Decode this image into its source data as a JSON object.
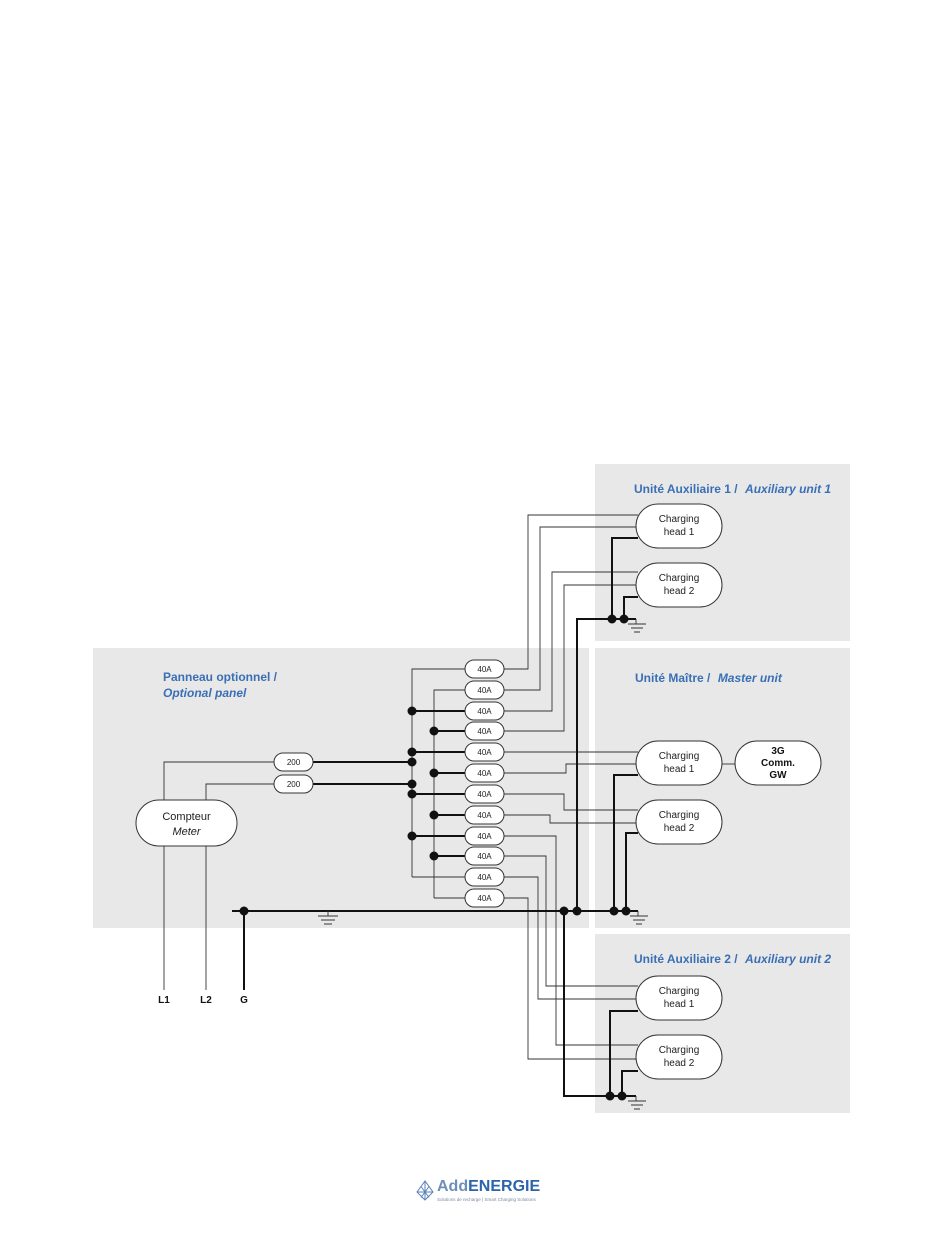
{
  "panels": {
    "optional": {
      "title_line1": "Panneau optionnel /",
      "title_line2": "Optional panel"
    },
    "aux1": {
      "title_fr": "Unité Auxiliaire 1 /",
      "title_en": "Auxiliary unit 1"
    },
    "master": {
      "title_fr": "Unité Maître /",
      "title_en": "Master unit"
    },
    "aux2": {
      "title_fr": "Unité Auxiliaire 2 /",
      "title_en": "Auxiliary unit 2"
    }
  },
  "charging_head": {
    "line1": "Charging",
    "head1": "head 1",
    "head2": "head 2"
  },
  "gateway": {
    "line1": "3G",
    "line2": "Comm.",
    "line3": "GW"
  },
  "meter": {
    "line1": "Compteur",
    "line2": "Meter"
  },
  "main_breakers": [
    "200",
    "200"
  ],
  "branch_breakers": [
    "40A",
    "40A",
    "40A",
    "40A",
    "40A",
    "40A",
    "40A",
    "40A",
    "40A",
    "40A",
    "40A",
    "40A"
  ],
  "terminals": [
    "L1",
    "L2",
    "G"
  ],
  "logo": {
    "add": "Add",
    "energie": "ENERGIE",
    "tagline": "Solutions de recharge | Smart Charging Solutions"
  },
  "colors": {
    "accent": "#3a6fb5",
    "panel_bg": "#e8e8e8",
    "wire": "#333333"
  }
}
